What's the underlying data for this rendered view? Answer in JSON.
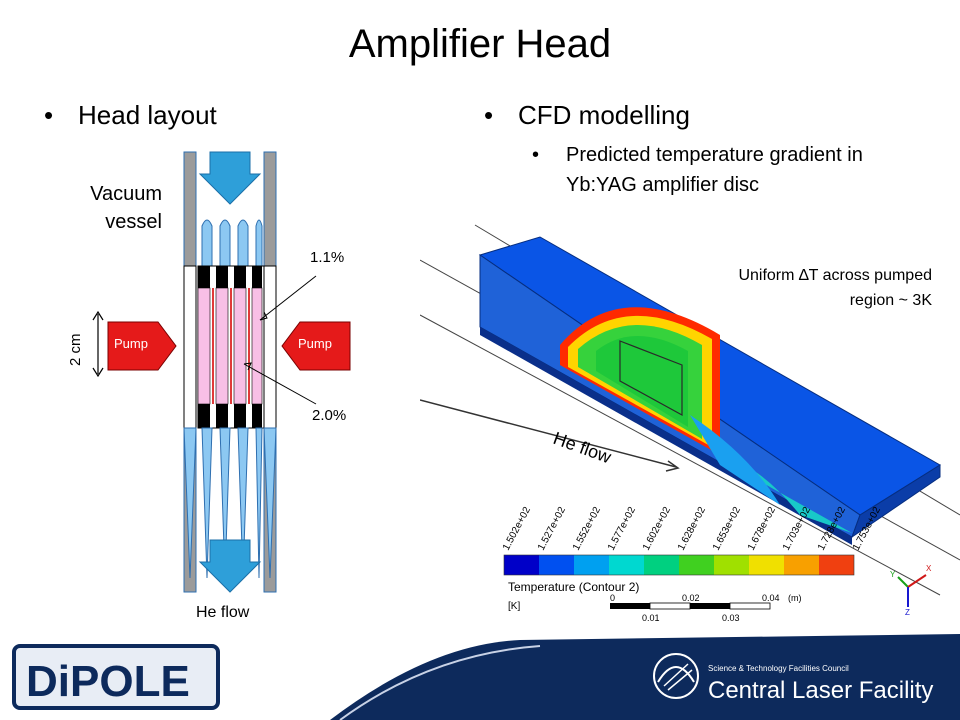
{
  "title": "Amplifier Head",
  "left": {
    "bullet": "Head layout",
    "vacuum_label": "Vacuum vessel",
    "vacuum_line1": "Vacuum",
    "vacuum_line2": "vessel",
    "dimension": "2 cm",
    "pump_left": "Pump",
    "pump_right": "Pump",
    "pct_top": "1.1%",
    "pct_bottom": "2.0%",
    "flow": "He flow"
  },
  "right": {
    "bullet": "CFD modelling",
    "sub_line1": "Predicted temperature gradient in",
    "sub_line2": "Yb:YAG amplifier disc",
    "annotation_line1": "Uniform ∆T across pumped",
    "annotation_line2": "region ~ 3K",
    "flow": "He flow",
    "colorbar_ticks": [
      "1.502e+02",
      "1.527e+02",
      "1.552e+02",
      "1.577e+02",
      "1.602e+02",
      "1.628e+02",
      "1.653e+02",
      "1.678e+02",
      "1.703e+02",
      "1.728e+02",
      "1.753e+02"
    ],
    "colorbar_title": "Temperature  (Contour 2)",
    "unit": "[K]",
    "scale_top": [
      "0",
      "0.02",
      "0.04",
      "(m)"
    ],
    "scale_bottom": [
      "0.01",
      "0.03"
    ],
    "axes": [
      "Y",
      "X",
      "Z"
    ]
  },
  "footer": {
    "logo_left": "DiPOLE",
    "org_line1": "Science & Technology Facilities Council",
    "org_line2": "Central Laser Facility"
  },
  "colors": {
    "arrow_blue": "#2e9fd9",
    "pump_red": "#e51a1a",
    "footer_navy": "#0d2a5c",
    "disc_pink": "#f8bfe6"
  }
}
